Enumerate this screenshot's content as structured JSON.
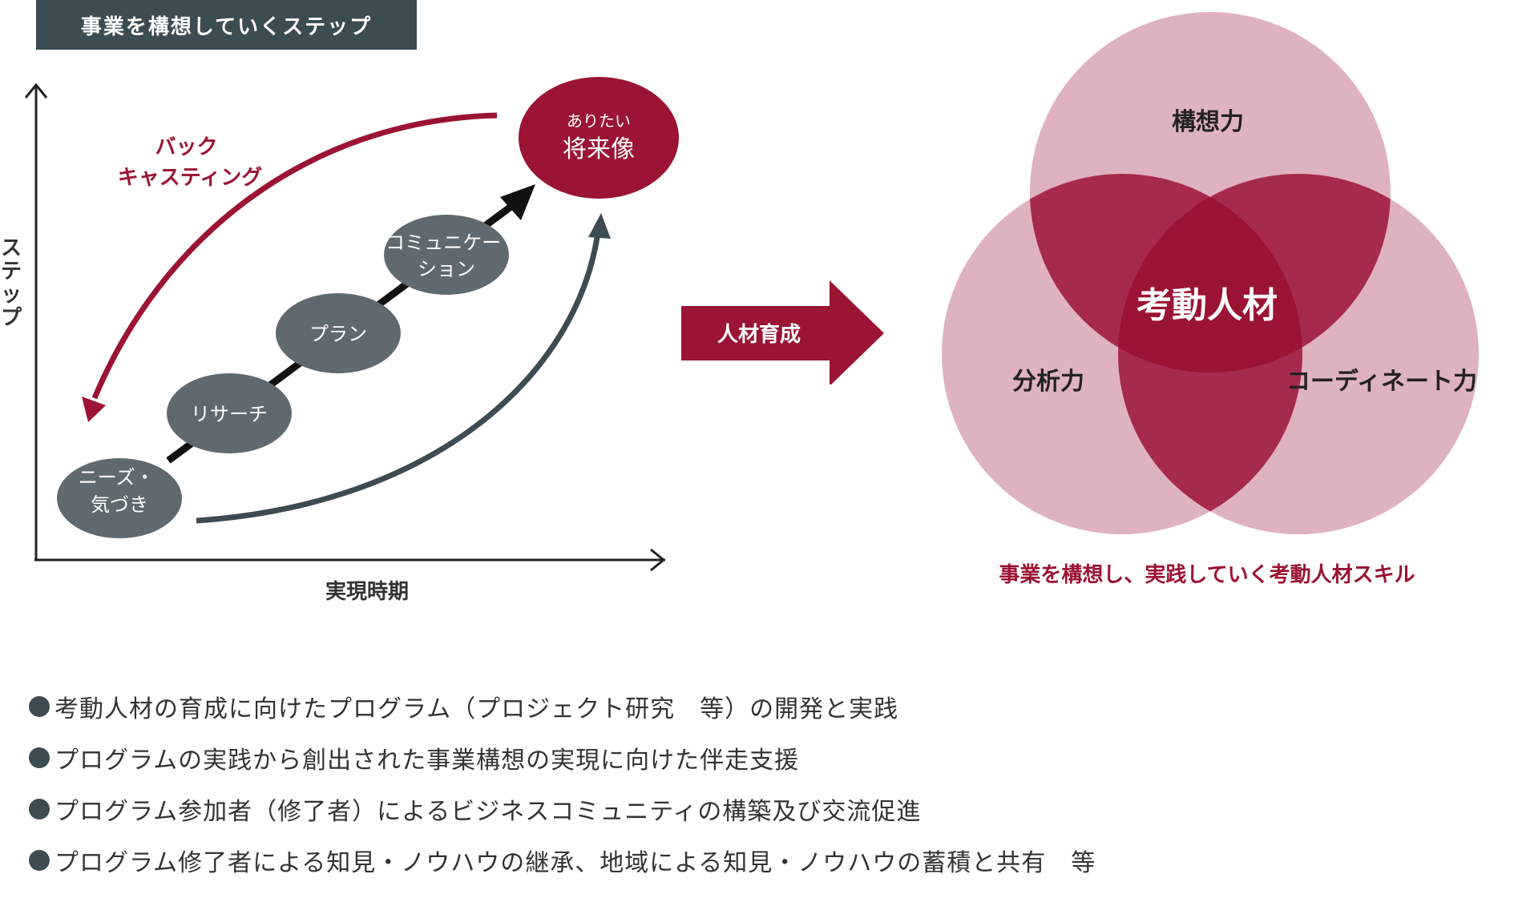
{
  "header": {
    "title": "事業を構想していくステップ"
  },
  "steps_chart": {
    "y_axis_label": "ステップ",
    "x_axis_label": "実現時期",
    "backcasting_label": [
      "バック",
      "キャスティング"
    ],
    "steps": [
      {
        "lines": [
          "ニーズ・",
          "気づき"
        ]
      },
      {
        "lines": [
          "リサーチ"
        ]
      },
      {
        "lines": [
          "プラン"
        ]
      },
      {
        "lines": [
          "コミュニケー",
          "ション"
        ]
      }
    ],
    "goal": {
      "small": "ありたい",
      "large": "将来像"
    }
  },
  "transition": {
    "label": "人材育成"
  },
  "venn": {
    "top": "構想力",
    "left": "分析力",
    "right": "コーディネート力",
    "center": "考動人材",
    "caption": "事業を構想し、実践していく考動人材スキル"
  },
  "bullets": [
    "考動人材の育成に向けたプログラム（プロジェクト研究　等）の開発と実践",
    "プログラムの実践から創出された事業構想の実現に向けた伴走支援",
    "プログラム参加者（修了者）によるビジネスコミュニティの構築及び交流促進",
    "プログラム修了者による知見・ノウハウの継承、地域による知見・ノウハウの蓄積と共有　等"
  ],
  "colors": {
    "dark": "#3d4b52",
    "accent": "#9b1433",
    "step_gray": "#5f6a70",
    "venn_fill": "#d49aa8"
  }
}
